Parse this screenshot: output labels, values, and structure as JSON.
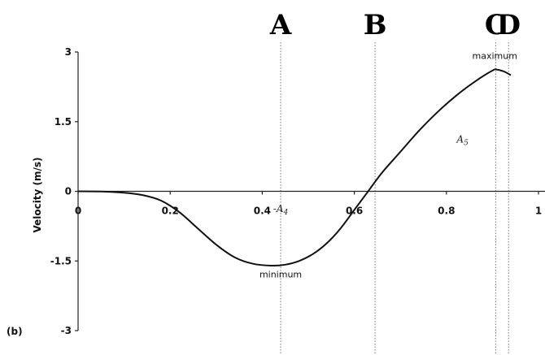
{
  "chart_data": {
    "type": "line",
    "title": "",
    "xlabel": "",
    "ylabel": "Velocity (m/s)",
    "panel_label": "(b)",
    "xlim": [
      0,
      1
    ],
    "ylim": [
      -3,
      3
    ],
    "grid": false,
    "x_ticks": [
      {
        "value": 0,
        "label": "0"
      },
      {
        "value": 0.2,
        "label": "0.2"
      },
      {
        "value": 0.4,
        "label": "0.4"
      },
      {
        "value": 0.6,
        "label": "0.6"
      },
      {
        "value": 0.8,
        "label": "0.8"
      },
      {
        "value": 1,
        "label": "1"
      }
    ],
    "y_ticks": [
      {
        "value": 3,
        "label": "3"
      },
      {
        "value": 1.5,
        "label": "1.5"
      },
      {
        "value": 0,
        "label": "0"
      },
      {
        "value": -1.5,
        "label": "-1.5"
      },
      {
        "value": -3,
        "label": "-3"
      }
    ],
    "series": [
      {
        "x": [
          0,
          0.05,
          0.1,
          0.14,
          0.18,
          0.22,
          0.26,
          0.3,
          0.34,
          0.38,
          0.42,
          0.45,
          0.48,
          0.51,
          0.54,
          0.57,
          0.6,
          0.63,
          0.66,
          0.7,
          0.74,
          0.78,
          0.82,
          0.86,
          0.9,
          0.91,
          0.925,
          0.94
        ],
        "y": [
          0,
          -0.005,
          -0.03,
          -0.08,
          -0.2,
          -0.45,
          -0.8,
          -1.15,
          -1.42,
          -1.56,
          -1.6,
          -1.58,
          -1.5,
          -1.35,
          -1.12,
          -0.8,
          -0.4,
          0,
          0.4,
          0.85,
          1.3,
          1.7,
          2.05,
          2.35,
          2.6,
          2.62,
          2.58,
          2.5
        ]
      }
    ],
    "markers": [
      {
        "label": "A",
        "x": 0.44
      },
      {
        "label": "B",
        "x": 0.645
      },
      {
        "label": "C",
        "x": 0.907
      },
      {
        "label": "D",
        "x": 0.935
      }
    ],
    "annotations": [
      {
        "text": "maximum",
        "x": 0.905,
        "y": 2.85,
        "style": "normal"
      },
      {
        "text": "minimum",
        "x": 0.44,
        "y": -1.85,
        "style": "normal"
      },
      {
        "text": "A",
        "sub": "5",
        "x": 0.835,
        "y": 1.05,
        "style": "italic"
      },
      {
        "text": "-A",
        "sub": "4",
        "x": 0.44,
        "y": -0.45,
        "style": "italic"
      }
    ]
  }
}
